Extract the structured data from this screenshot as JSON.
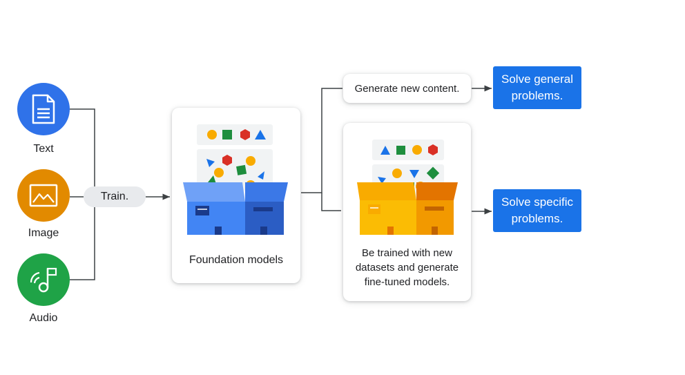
{
  "inputs": [
    {
      "label": "Text",
      "icon": "document-icon",
      "color": "#2f72e9"
    },
    {
      "label": "Image",
      "icon": "image-icon",
      "color": "#e28a00"
    },
    {
      "label": "Audio",
      "icon": "music-note-icon",
      "color": "#1fa347"
    }
  ],
  "train_label": "Train.",
  "foundation": {
    "label": "Foundation models",
    "box_color": "#4285f4"
  },
  "generate": {
    "label": "Generate new content."
  },
  "finetune": {
    "label": "Be trained with new datasets and generate fine-tuned models.",
    "box_color": "#fbbc04"
  },
  "outputs": {
    "general": "Solve general problems.",
    "specific": "Solve specific problems."
  },
  "colors": {
    "accent_blue": "#1a73e8",
    "shape_yellow": "#f9ab00",
    "shape_green": "#1e8e3e",
    "shape_red": "#d93025",
    "shape_blue": "#1a73e8",
    "line": "#3c4043"
  }
}
